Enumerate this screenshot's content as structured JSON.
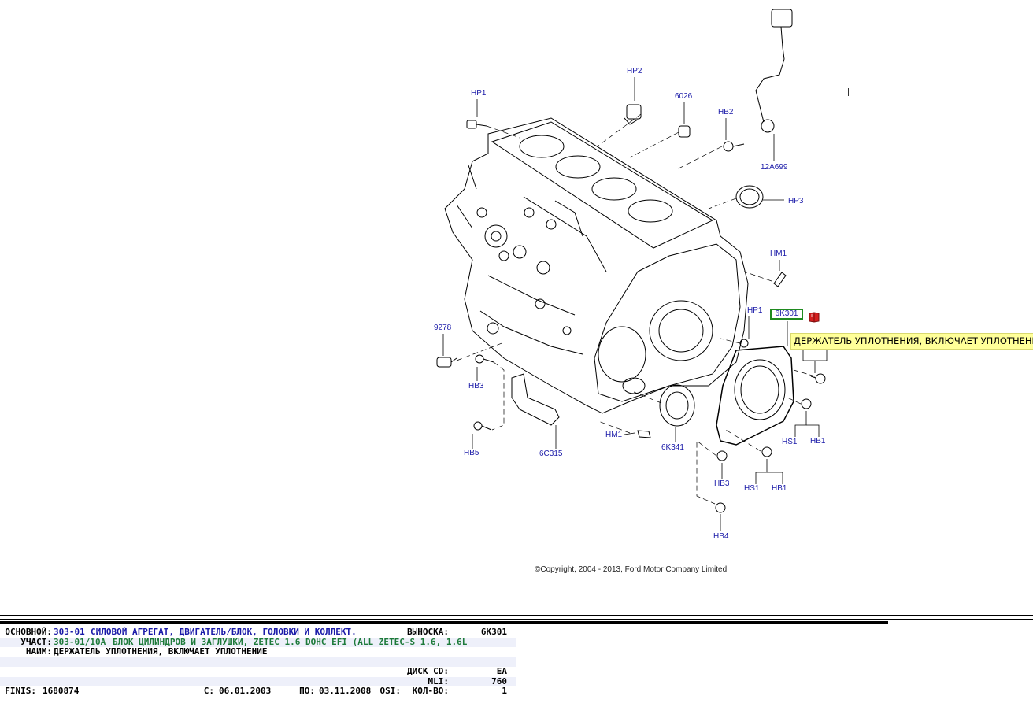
{
  "diagram": {
    "callouts": {
      "hp1_top": "HP1",
      "hp2": "HP2",
      "c6026": "6026",
      "hb2": "HB2",
      "c12a699": "12A699",
      "hp3": "HP3",
      "hm1_right": "HM1",
      "hp1_right": "HP1",
      "c9278": "9278",
      "hb3_left": "HB3",
      "hb5": "HB5",
      "c6c315": "6C315",
      "hm1_bottom": "HM1",
      "c6k341": "6K341",
      "hb3_bottom": "HB3",
      "hb4": "HB4",
      "hs1_a": "HS1",
      "hb1_a": "HB1",
      "hs1_b": "HS1",
      "hb1_b": "HB1"
    },
    "selected_callout": "6K301",
    "tooltip": "ДЕРЖАТЕЛЬ УПЛОТНЕНИЯ, ВКЛЮЧАЕТ УПЛОТНЕНИЕ",
    "copyright": "©Copyright, 2004 - 2013, Ford Motor Company Limited",
    "book_icon": "book-icon",
    "colors": {
      "callout_text": "#1a1aa8",
      "selection_border": "#1f8a1f",
      "tooltip_bg": "#ffff99"
    }
  },
  "info": {
    "osnovnoy_label": "ОСНОВНОЙ:",
    "osnovnoy_code": "303-01",
    "osnovnoy_text": "СИЛОВОЙ АГРЕГАТ, ДВИГАТЕЛЬ/БЛОК, ГОЛОВКИ И КОЛЛЕКТ.",
    "vynoska_label": "ВЫНОСКА:",
    "vynoska_value": "6K301",
    "uchast_label": "УЧАСТ:",
    "uchast_code": "303-01/10A",
    "uchast_text": "БЛОК ЦИЛИНДРОВ И ЗАГЛУШКИ, ZETEC 1.6 DOHC EFI (ALL ZETEC-S 1.6, 1.6L",
    "naim_label": "НАИМ:",
    "naim_text": "ДЕРЖАТЕЛЬ УПЛОТНЕНИЯ, ВКЛЮЧАЕТ УПЛОТНЕНИЕ",
    "disk_label": "ДИСК CD:",
    "disk_value": "EA",
    "mli_label": "MLI:",
    "mli_value": "760",
    "finis_label": "FINIS:",
    "finis_value": "1680874",
    "s_label": "С:",
    "s_value": "06.01.2003",
    "po_label": "ПО:",
    "po_value": "03.11.2008",
    "osi_label": "OSI:",
    "kolvo_label": "КОЛ-ВО:",
    "kolvo_value": "1"
  }
}
